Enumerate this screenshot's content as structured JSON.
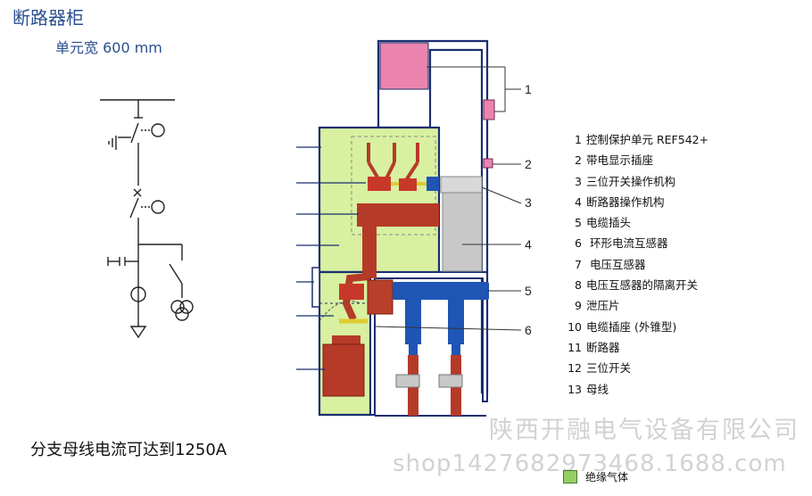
{
  "title": "断路器柜",
  "width_note": "单元宽 600 mm",
  "busbar_note": "分支母线电流可达到1250A",
  "callouts": [
    "1",
    "2",
    "3",
    "4",
    "5",
    "6"
  ],
  "legend": [
    {
      "num": "1",
      "text": "控制保护单元 REF542+"
    },
    {
      "num": "2",
      "text": "带电显示插座"
    },
    {
      "num": "3",
      "text": "三位开关操作机构"
    },
    {
      "num": "4",
      "text": "断路器操作机构"
    },
    {
      "num": "5",
      "text": "电缆插头"
    },
    {
      "num": "6",
      "text": " 环形电流互感器"
    },
    {
      "num": "7",
      "text": " 电压互感器"
    },
    {
      "num": "8",
      "text": "电压互感器的隔离开关"
    },
    {
      "num": "9",
      "text": "泄压片"
    },
    {
      "num": "10",
      "text": "电缆插座 (外锥型)"
    },
    {
      "num": "11",
      "text": "断路器"
    },
    {
      "num": "12",
      "text": "三位开关"
    },
    {
      "num": "13",
      "text": "母线"
    }
  ],
  "gas_key": "绝缘气体",
  "watermark": {
    "company": "陕西开融电气设备有限公司",
    "url": "shop1427682973468.1688.com"
  },
  "colors": {
    "gas": "#d8f0a0",
    "frame": "#1a2e6e",
    "conductor": "#b63a28",
    "cable_plug": "#1f55b4",
    "control_unit": "#ea84ae",
    "mechanism": "#c8c8c8"
  }
}
